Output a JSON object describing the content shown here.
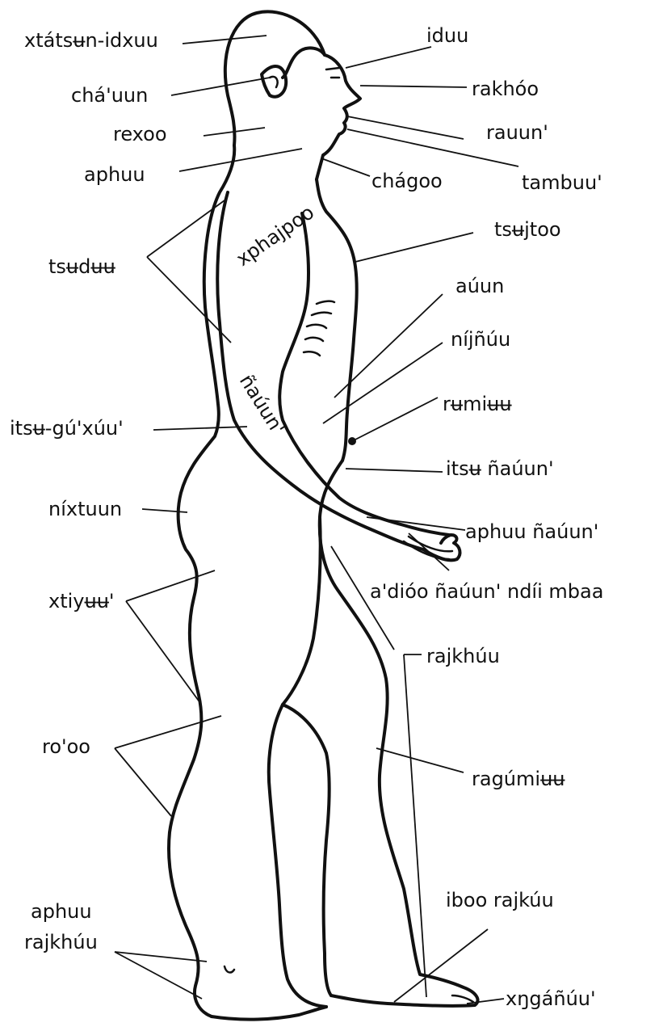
{
  "labels": {
    "head": "xtátsʉn-idxuu",
    "ear": "cháꞌuun",
    "cheek": "rexoo",
    "neck": "aphuu",
    "eye": "iduu",
    "nose": "rakhóo",
    "mouth": "rauunꞌ",
    "chin": "tambuuꞌ",
    "throat": "chágoo",
    "back": "tsʉdʉʉ",
    "shoulder": "xphajpoo",
    "chest": "tsʉjtoo",
    "belly": "aúun",
    "ribs": "níjñúu",
    "navel": "rʉmiʉʉ",
    "arm": "ñaúunꞌ",
    "waist": "itsʉ-gúꞌxúuꞌ",
    "elbow": "itsʉ ñaúunꞌ",
    "buttock": "níxtuun",
    "wrist": "aphuu ñaúunꞌ",
    "fingers": "aꞌdióo ñaúunꞌ ndíi mbaa",
    "thigh": "xtiyʉʉꞌ",
    "leg": "rajkhúu",
    "knee": "roꞌoo",
    "calf": "ragúmiʉʉ",
    "ankle_line1": "aphuu",
    "ankle_line2": "rajkhúu",
    "instep": "iboo rajkúu",
    "toes": "xŋgáñúuꞌ"
  }
}
